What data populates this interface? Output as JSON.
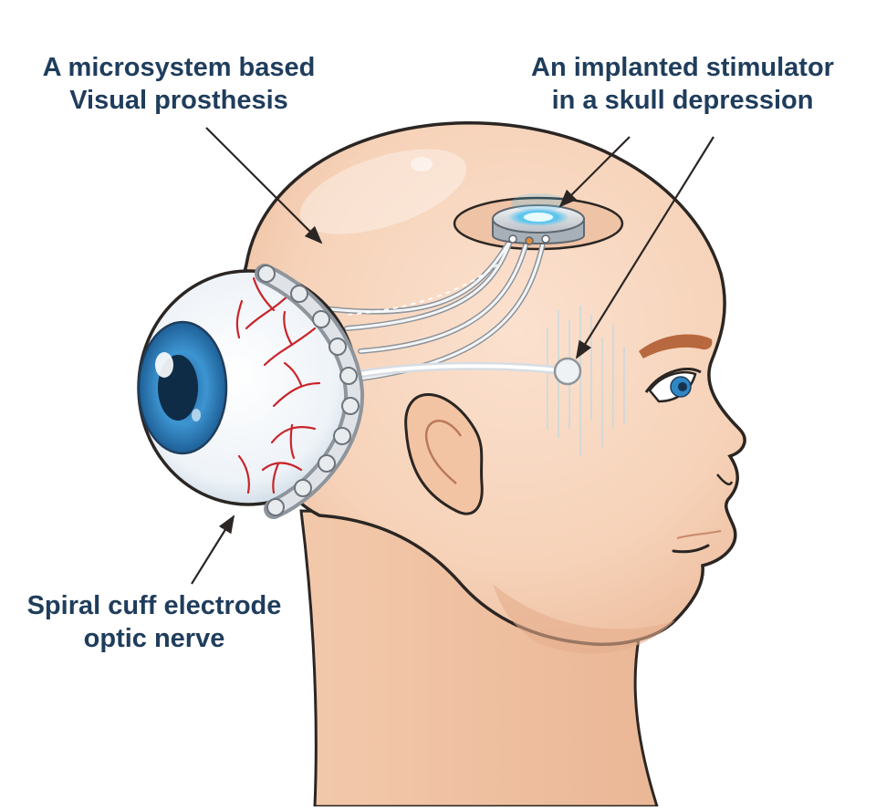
{
  "diagram": {
    "labels": {
      "prosthesis": {
        "line1": "A microsystem based",
        "line2": "Visual prosthesis"
      },
      "stimulator": {
        "line1": "An implanted stimulator",
        "line2": "in a skull depression"
      },
      "cuff": {
        "line1": "Spiral cuff electrode",
        "line2": "optic nerve"
      }
    },
    "colors": {
      "text": "#1f3d5c",
      "skin": "#f6d2b8",
      "skin_shadow": "#eab796",
      "outline": "#2b2623",
      "iris": "#2f86c4",
      "vessel": "#c8252b",
      "device_glow": "#56c3ee",
      "cable": "#e8e8ec"
    }
  }
}
